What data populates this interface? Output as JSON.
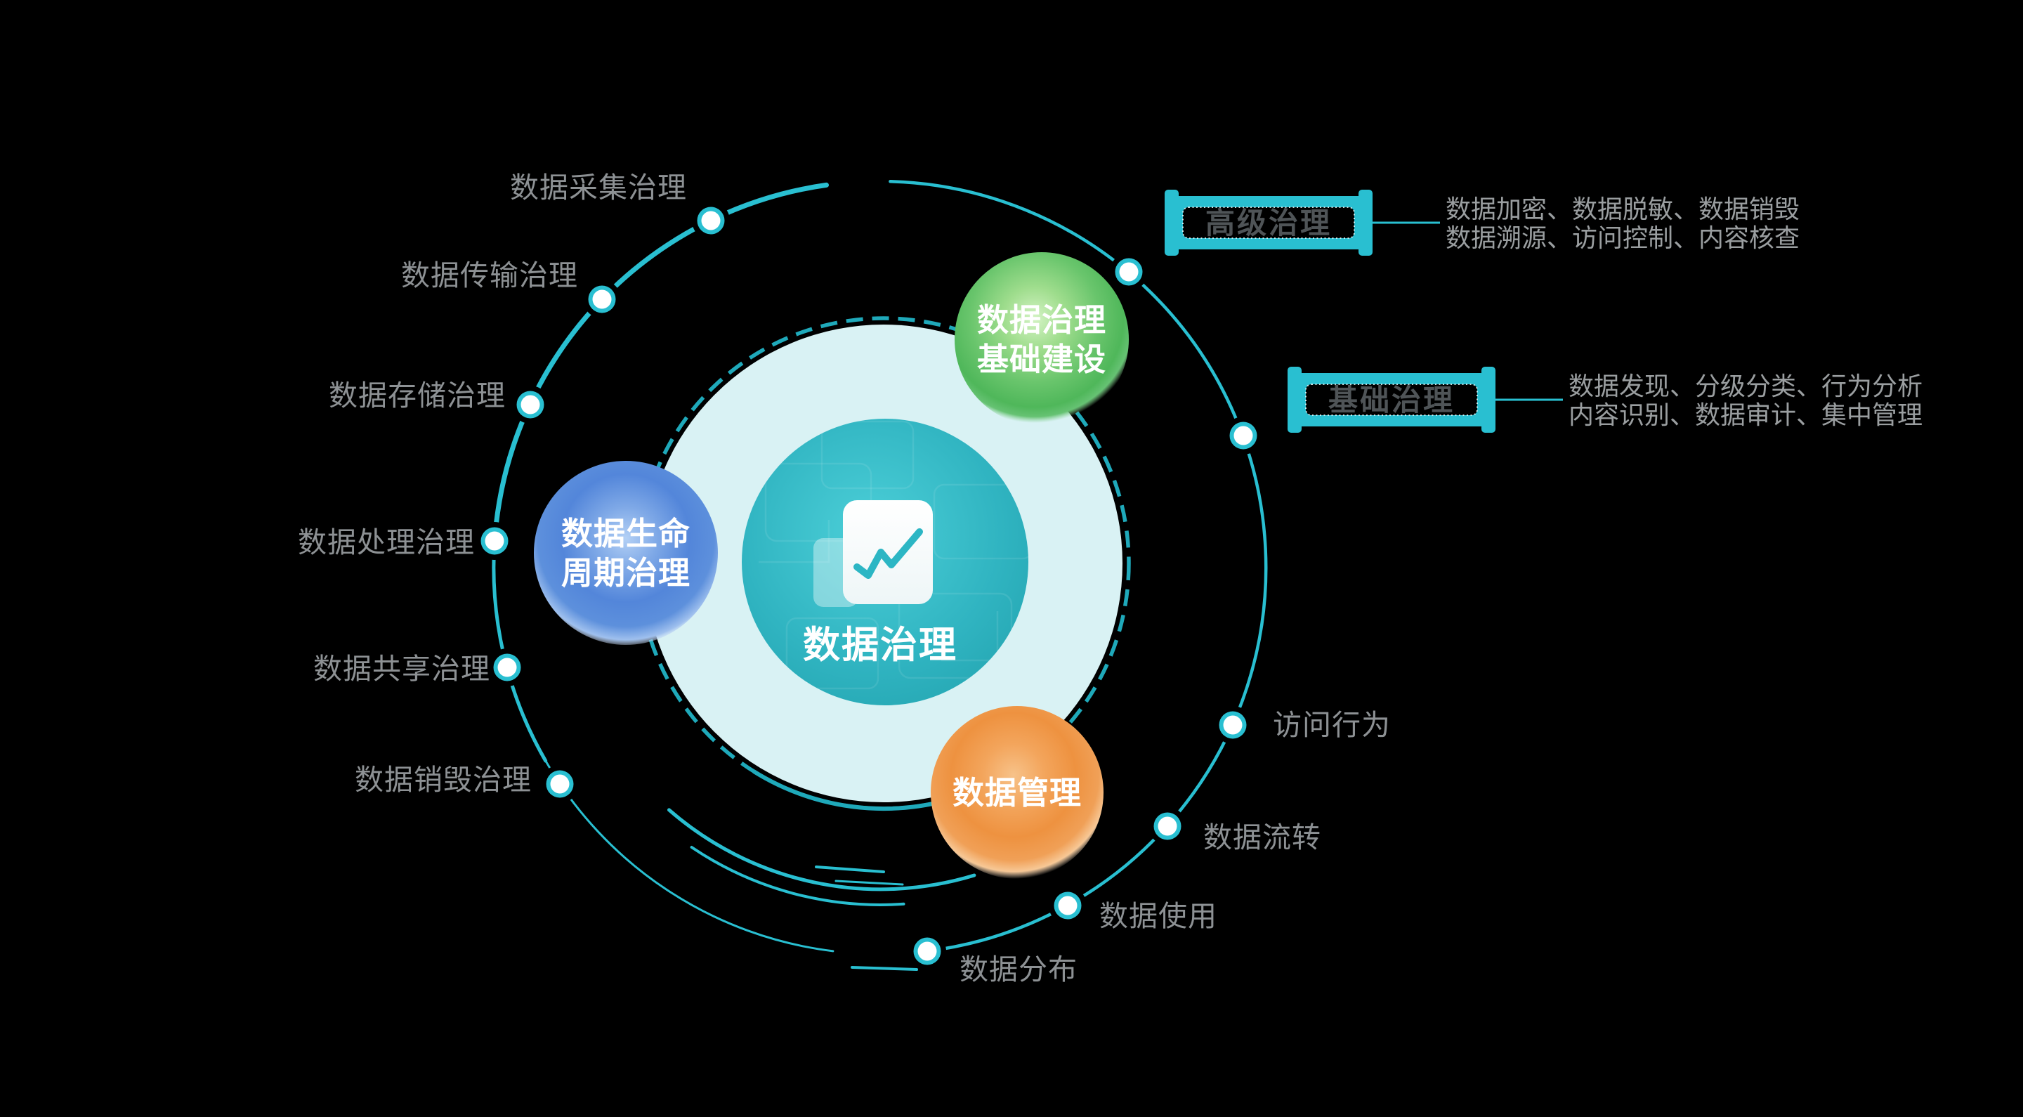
{
  "colors": {
    "teal": "#29bfd1",
    "pale_circle": "#d9f2f4",
    "core_teal": "#2fb5c2",
    "gray_label": "#8d9194",
    "box_text": "#4f5457",
    "green_bubble": "#57bb5d",
    "blue_bubble": "#5486d8",
    "orange_bubble": "#ee913d"
  },
  "center": {
    "label": "数据治理",
    "icon": "chart-line-icon"
  },
  "bubbles": {
    "green": {
      "lines": [
        "数据治理",
        "基础建设"
      ]
    },
    "blue": {
      "lines": [
        "数据生命",
        "周期治理"
      ]
    },
    "orange": {
      "lines": [
        "数据管理"
      ]
    }
  },
  "orbit_labels": {
    "left": [
      "数据采集治理",
      "数据传输治理",
      "数据存储治理",
      "数据处理治理",
      "数据共享治理",
      "数据销毁治理"
    ],
    "right": [
      "访问行为",
      "数据流转",
      "数据使用",
      "数据分布"
    ]
  },
  "callouts": {
    "advanced": {
      "box": "高级治理",
      "desc_line1": "数据加密、数据脱敏、数据销毁",
      "desc_line2": "数据溯源、访问控制、内容核查"
    },
    "basic": {
      "box": "基础治理",
      "desc_line1": "数据发现、分级分类、行为分析",
      "desc_line2": "内容识别、数据审计、集中管理"
    }
  }
}
